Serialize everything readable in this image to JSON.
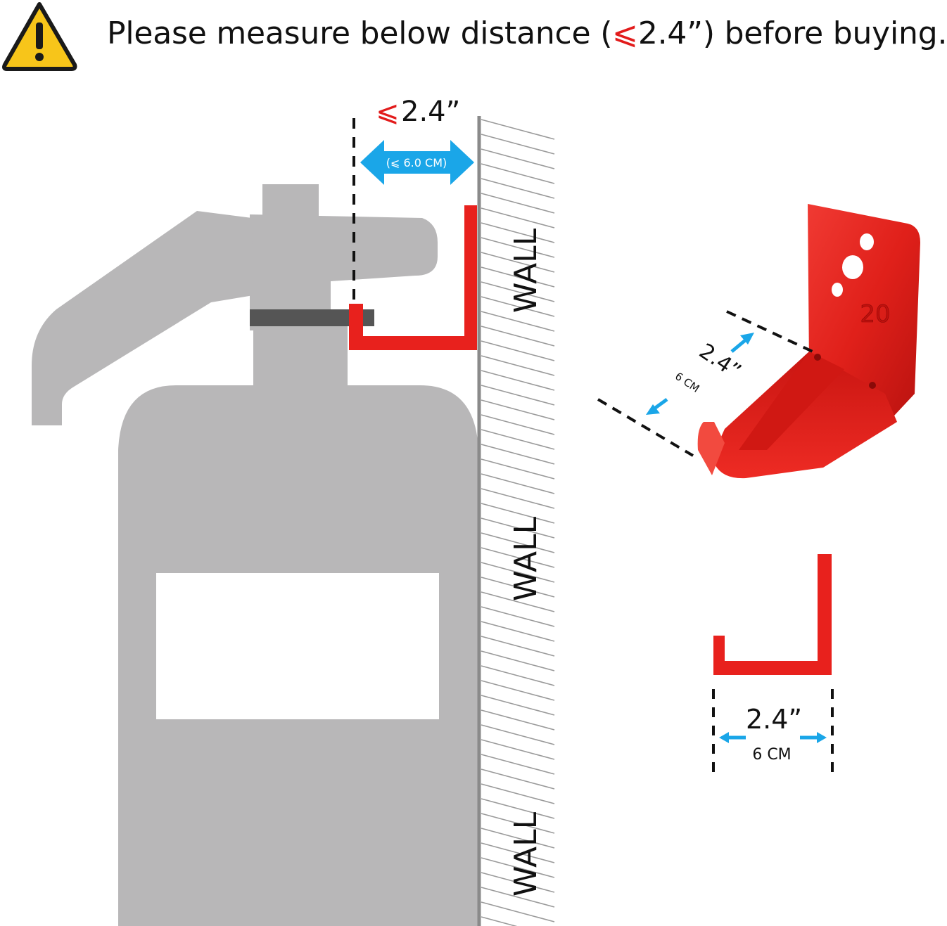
{
  "header": {
    "warning_icon": "warning-triangle-icon",
    "text_before": "Please measure below distance (",
    "text_symbol": "⩽",
    "text_after": "2.4”) before buying."
  },
  "main_diagram": {
    "top_dimension_symbol": "⩽",
    "top_dimension_value": "2.4”",
    "arrow_label": "(⩽ 6.0 CM)",
    "wall_labels": [
      "WALL",
      "WALL",
      "WALL"
    ]
  },
  "bracket_photo": {
    "stamp_number": "20",
    "dimension_inch": "2.4”",
    "dimension_cm": "6 CM"
  },
  "bracket_profile": {
    "dimension_inch": "2.4”",
    "dimension_cm": "6 CM"
  },
  "colors": {
    "bracket_red": "#e8211d",
    "arrow_blue": "#1aa6e8",
    "extinguisher_gray": "#b8b7b8",
    "warning_yellow": "#f7c51a"
  }
}
